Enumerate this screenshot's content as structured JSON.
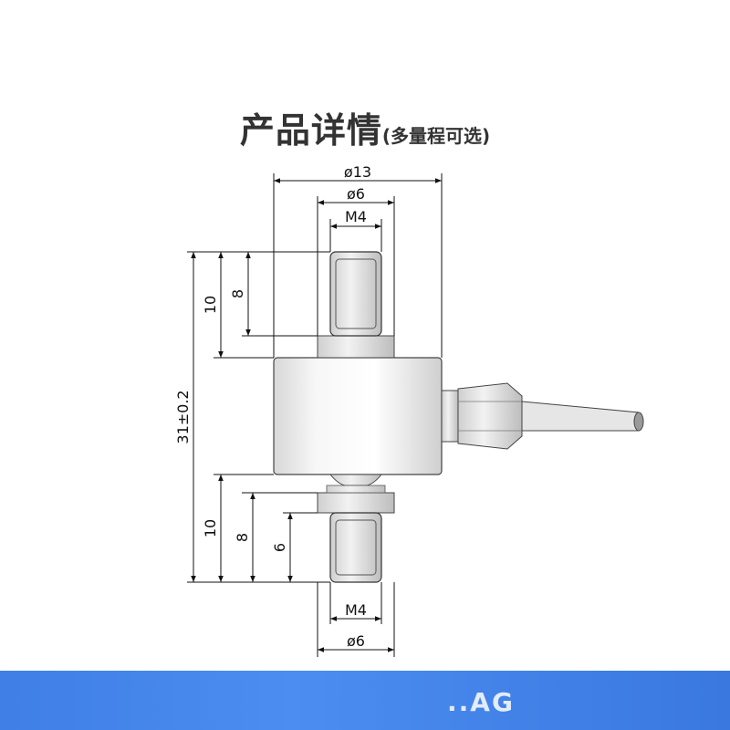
{
  "title": {
    "main": "产品详情",
    "sub": "(多量程可选)"
  },
  "dimensions": {
    "top_outer_diameter": "ø13",
    "top_inner_diameter": "ø6",
    "top_thread": "M4",
    "top_height_10": "10",
    "top_height_8": "8",
    "total_height": "31±0.2",
    "bottom_height_10": "10",
    "bottom_height_8": "8",
    "bottom_height_6": "6",
    "bottom_thread": "M4",
    "bottom_diameter": "ø6"
  },
  "footer": {
    "marks": "..AG"
  },
  "colors": {
    "footer_blue": "#4285f0",
    "line": "#111111"
  }
}
